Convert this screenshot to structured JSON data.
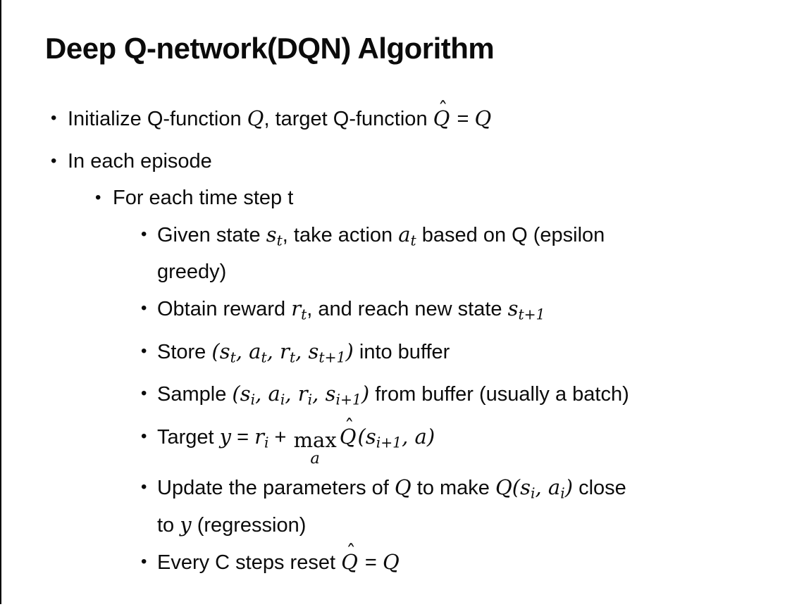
{
  "colors": {
    "background": "#ffffff",
    "text": "#0b0b0b",
    "border": "#000000"
  },
  "title": "Deep Q-network(DQN) Algorithm",
  "content": {
    "bullet_glyph": "•",
    "lines": [
      {
        "level": 1,
        "rows": [
          [
            {
              "k": "p",
              "t": "Initialize Q-function "
            },
            {
              "k": "m",
              "t": "Q"
            },
            {
              "k": "p",
              "t": ", target Q-function "
            },
            {
              "k": "qhat",
              "t": "Q",
              "hat": "ˆ"
            },
            {
              "k": "p",
              "t": " = "
            },
            {
              "k": "m",
              "t": "Q"
            }
          ]
        ]
      },
      {
        "level": 1,
        "rows": [
          [
            {
              "k": "p",
              "t": "In each episode"
            }
          ]
        ]
      },
      {
        "level": 2,
        "rows": [
          [
            {
              "k": "p",
              "t": "For each time step t"
            }
          ]
        ]
      },
      {
        "level": 3,
        "rows": [
          [
            {
              "k": "p",
              "t": "Given state "
            },
            {
              "k": "m",
              "t": "s"
            },
            {
              "k": "sub",
              "t": "t"
            },
            {
              "k": "p",
              "t": ", take action "
            },
            {
              "k": "m",
              "t": "a"
            },
            {
              "k": "sub",
              "t": "t"
            },
            {
              "k": "p",
              "t": " based on Q (epsilon"
            }
          ],
          [
            {
              "k": "p",
              "t": "greedy)"
            }
          ]
        ]
      },
      {
        "level": 3,
        "rows": [
          [
            {
              "k": "p",
              "t": "Obtain reward "
            },
            {
              "k": "m",
              "t": "r"
            },
            {
              "k": "sub",
              "t": "t"
            },
            {
              "k": "p",
              "t": ", and reach new state "
            },
            {
              "k": "m",
              "t": "s"
            },
            {
              "k": "sub",
              "t": "t+1"
            }
          ]
        ]
      },
      {
        "level": 3,
        "rows": [
          [
            {
              "k": "p",
              "t": "Store "
            },
            {
              "k": "m",
              "t": "(s"
            },
            {
              "k": "sub",
              "t": "t"
            },
            {
              "k": "m",
              "t": ", a"
            },
            {
              "k": "sub",
              "t": "t"
            },
            {
              "k": "m",
              "t": ", r"
            },
            {
              "k": "sub",
              "t": "t"
            },
            {
              "k": "m",
              "t": ", s"
            },
            {
              "k": "sub",
              "t": "t+1"
            },
            {
              "k": "m",
              "t": ")"
            },
            {
              "k": "p",
              "t": " into buffer"
            }
          ]
        ]
      },
      {
        "level": 3,
        "rows": [
          [
            {
              "k": "p",
              "t": "Sample "
            },
            {
              "k": "m",
              "t": "(s"
            },
            {
              "k": "sub",
              "t": "i"
            },
            {
              "k": "m",
              "t": ", a"
            },
            {
              "k": "sub",
              "t": "i"
            },
            {
              "k": "m",
              "t": ", r"
            },
            {
              "k": "sub",
              "t": "i"
            },
            {
              "k": "m",
              "t": ", s"
            },
            {
              "k": "sub",
              "t": "i+1"
            },
            {
              "k": "m",
              "t": ")"
            },
            {
              "k": "p",
              "t": " from buffer (usually a batch)"
            }
          ]
        ]
      },
      {
        "level": 3,
        "rows": [
          [
            {
              "k": "p",
              "t": "Target "
            },
            {
              "k": "m",
              "t": "y"
            },
            {
              "k": "p",
              "t": " = "
            },
            {
              "k": "m",
              "t": "r"
            },
            {
              "k": "sub",
              "t": "i"
            },
            {
              "k": "p",
              "t": " + "
            },
            {
              "k": "maxa",
              "fn": "max",
              "under": "a"
            },
            {
              "k": "qhat",
              "t": "Q",
              "hat": "ˆ"
            },
            {
              "k": "m",
              "t": "(s"
            },
            {
              "k": "sub",
              "t": "i+1"
            },
            {
              "k": "m",
              "t": ", a)"
            }
          ]
        ]
      },
      {
        "level": 3,
        "rows": [
          [
            {
              "k": "p",
              "t": "Update the parameters of "
            },
            {
              "k": "m",
              "t": "Q"
            },
            {
              "k": "p",
              "t": " to make "
            },
            {
              "k": "m",
              "t": "Q(s"
            },
            {
              "k": "sub",
              "t": "i"
            },
            {
              "k": "m",
              "t": ", a"
            },
            {
              "k": "sub",
              "t": "i"
            },
            {
              "k": "m",
              "t": ")"
            },
            {
              "k": "p",
              "t": " close"
            }
          ],
          [
            {
              "k": "p",
              "t": "to "
            },
            {
              "k": "m",
              "t": "y"
            },
            {
              "k": "p",
              "t": " (regression)"
            }
          ]
        ]
      },
      {
        "level": 3,
        "rows": [
          [
            {
              "k": "p",
              "t": "Every C steps reset "
            },
            {
              "k": "qhat",
              "t": "Q",
              "hat": "ˆ"
            },
            {
              "k": "p",
              "t": " = "
            },
            {
              "k": "m",
              "t": "Q"
            }
          ]
        ]
      }
    ]
  }
}
